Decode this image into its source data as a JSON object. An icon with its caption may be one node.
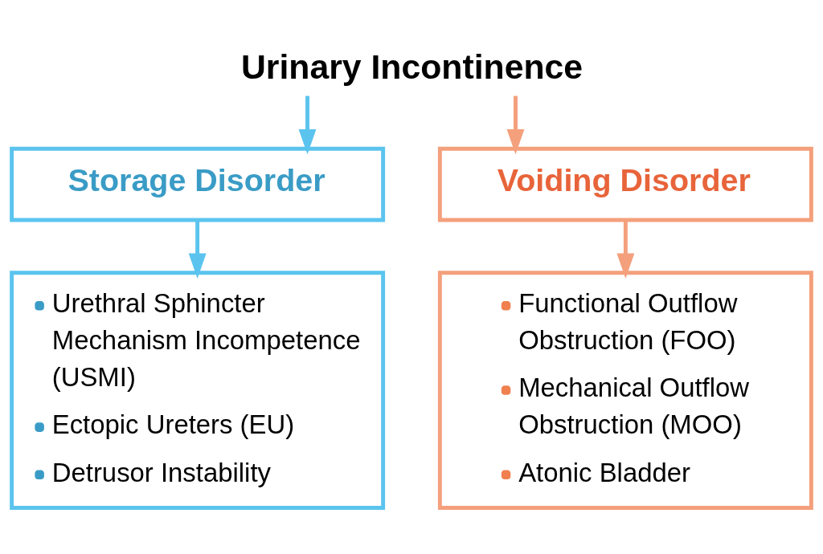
{
  "diagram": {
    "nodes": [
      {
        "text": [
          "Urinary Incontinence"
        ]
      },
      {
        "text": [
          "Storage Disorder"
        ]
      },
      {
        "text": [
          "Voiding Disorder"
        ]
      },
      {
        "text": [
          "Urethral Sphincter Mechanism Incompetence (USMI)",
          "Ectopic Ureters (EU)",
          "Detrusor Instability"
        ]
      },
      {
        "text": [
          "Functional Outflow Obstruction (FOO)",
          "Mechanical Outflow Obstruction (MOO)",
          "Atonic Bladder"
        ]
      }
    ],
    "edges": [
      {
        "from": 0,
        "to": 1,
        "arrow": "to",
        "color": "#5bc4ee"
      },
      {
        "from": 0,
        "to": 2,
        "arrow": "to",
        "color": "#f4a07c"
      },
      {
        "from": 1,
        "to": 3,
        "arrow": "to",
        "color": "#5bc4ee"
      },
      {
        "from": 2,
        "to": 4,
        "arrow": "to",
        "color": "#f4a07c"
      }
    ]
  }
}
